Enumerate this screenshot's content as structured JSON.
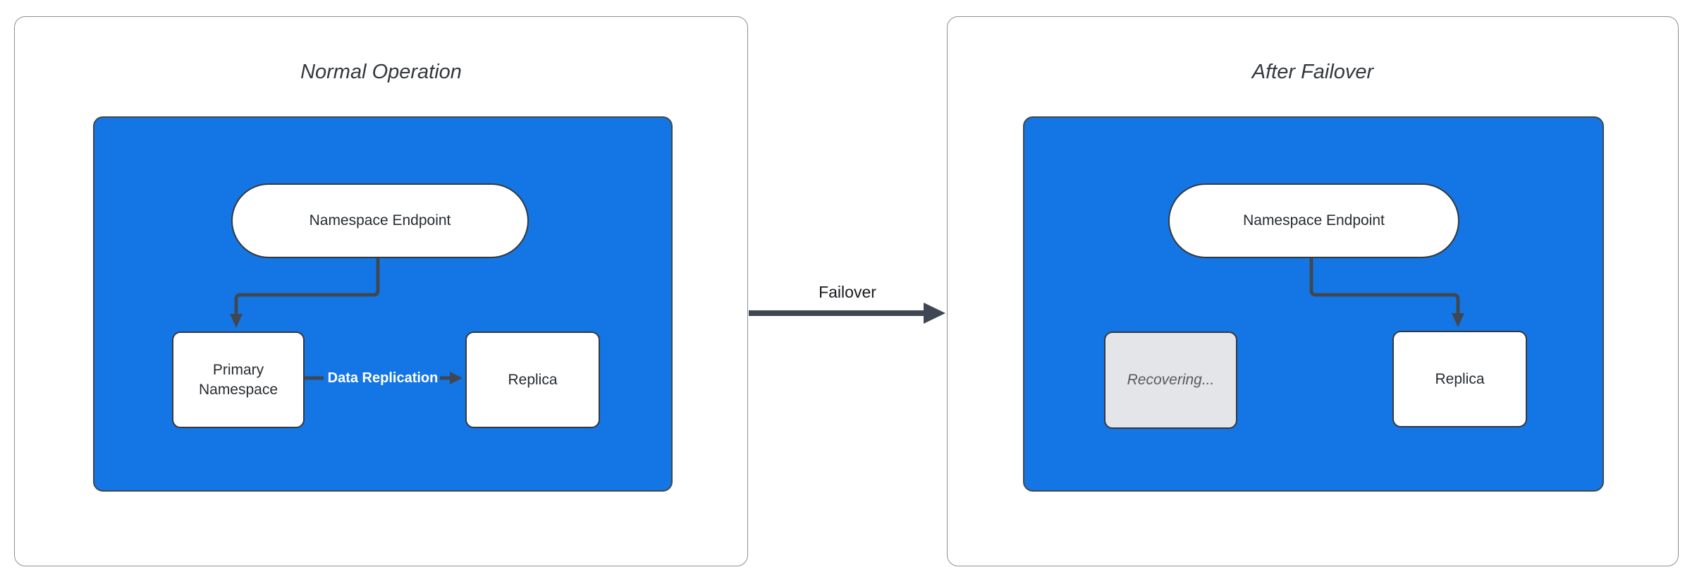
{
  "colors": {
    "blue_fill": "#1476e4",
    "arrow": "#3f4852",
    "node_border": "#33393f",
    "panel_border": "#8f8f8f",
    "recovering_fill": "#e4e5e8",
    "recovering_text": "#545a61",
    "title_text": "#33383e",
    "node_text": "#262b31",
    "white": "#ffffff"
  },
  "panels": [
    {
      "title": "Normal Operation",
      "endpoint": "Namespace Endpoint",
      "primary_node": "Primary Namespace",
      "replica_node": "Replica",
      "replication_label": "Data Replication"
    },
    {
      "title": "After Failover",
      "endpoint": "Namespace Endpoint",
      "recovering_node": "Recovering...",
      "replica_node": "Replica"
    }
  ],
  "failover_label": "Failover"
}
